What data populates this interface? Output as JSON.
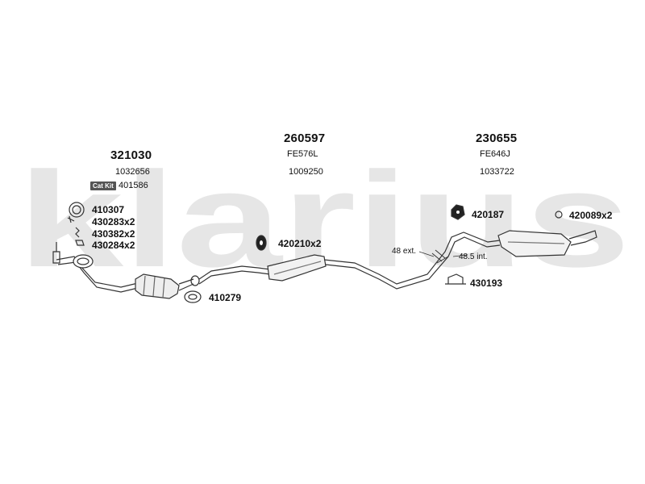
{
  "watermark": {
    "text": "klarius"
  },
  "groups": [
    {
      "title": "321030",
      "code": "1032656"
    },
    {
      "title": "260597",
      "subtitle": "FE576L",
      "code": "1009250"
    },
    {
      "title": "230655",
      "subtitle": "FE646J",
      "code": "1033722"
    }
  ],
  "cat_kit": {
    "badge": "Cat Kit",
    "number": "401586"
  },
  "parts": [
    "410307",
    "430283x2",
    "430382x2",
    "430284x2",
    "420210x2",
    "410279",
    "420187",
    "420089x2",
    "430193"
  ],
  "dimensions": {
    "ext": "48 ext.",
    "int": "48.5 int."
  }
}
